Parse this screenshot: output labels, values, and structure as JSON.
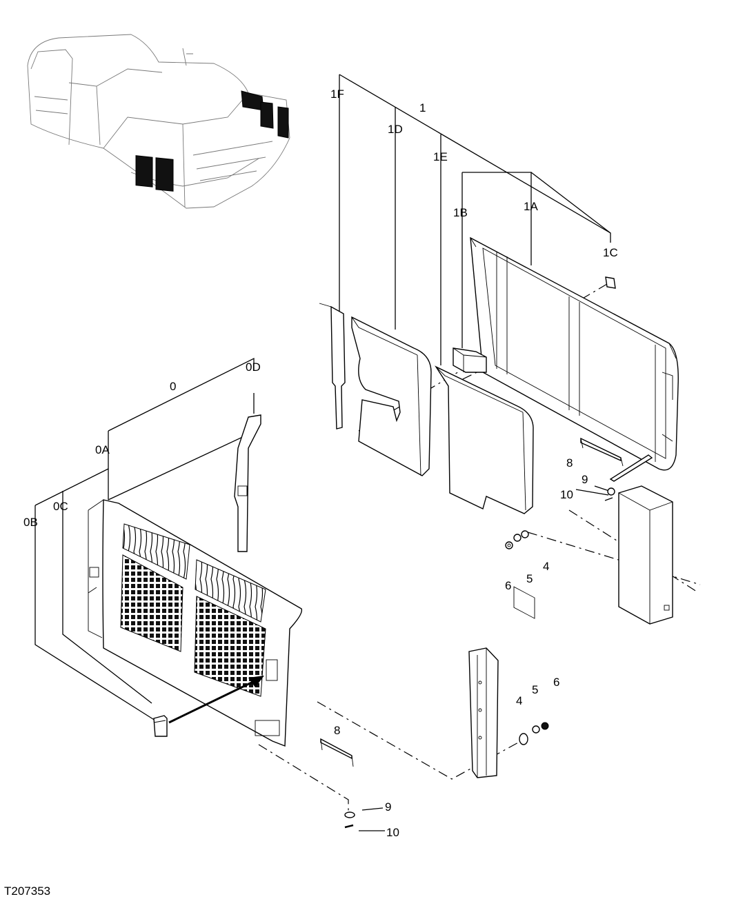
{
  "figure_id": "T207353",
  "callouts": {
    "c0": "0",
    "c0A": "0A",
    "c0B": "0B",
    "c0C": "0C",
    "c0D": "0D",
    "c1": "1",
    "c1A": "1A",
    "c1B": "1B",
    "c1C": "1C",
    "c1D": "1D",
    "c1E": "1E",
    "c1F": "1F",
    "c4a": "4",
    "c5a": "5",
    "c6a": "6",
    "c4b": "4",
    "c5b": "5",
    "c6b": "6",
    "c8a": "8",
    "c8b": "8",
    "c9a": "9",
    "c9b": "9",
    "c10a": "10",
    "c10b": "10"
  }
}
